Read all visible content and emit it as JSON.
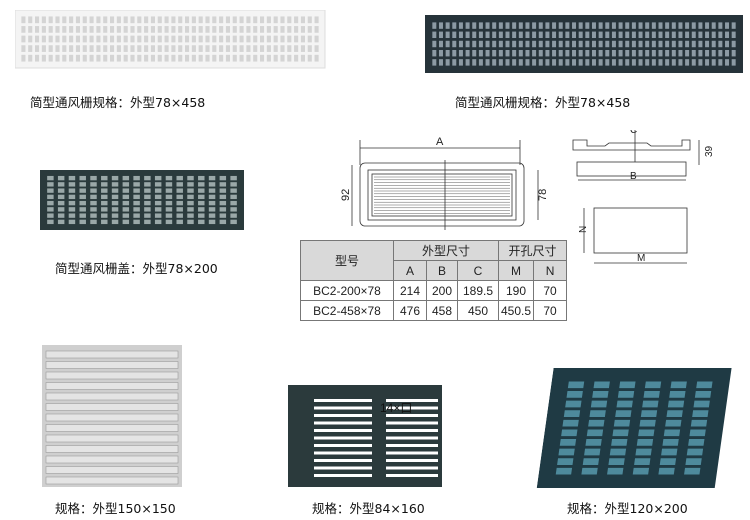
{
  "products": [
    {
      "caption": "简型通风栅规格：外型78×458",
      "color": "#f2f2f2"
    },
    {
      "caption": "简型通风栅规格：外型78×458",
      "color": "#26333a"
    },
    {
      "caption": "简型通风栅盖：外型78×200",
      "color": "#2a3a3c"
    },
    {
      "caption": "规格：外型150×150",
      "color": "#bdbdbd"
    },
    {
      "caption": "规格：外型84×160",
      "color": "#2b3a3c",
      "label": "14×口"
    },
    {
      "caption": "规格：外型120×200",
      "color": "#22404a"
    }
  ],
  "drawing": {
    "A": "A",
    "B": "B",
    "C": "C",
    "M": "M",
    "N": "N",
    "d92": "92",
    "d78": "78",
    "d39": "39"
  },
  "table": {
    "model_header": "型号",
    "outer_header": "外型尺寸",
    "hole_header": "开孔尺寸",
    "sub_headers": [
      "A",
      "B",
      "C",
      "M",
      "N"
    ],
    "rows": [
      [
        "BC2-200×78",
        "214",
        "200",
        "189.5",
        "190",
        "70"
      ],
      [
        "BC2-458×78",
        "476",
        "458",
        "450",
        "450.5",
        "70"
      ]
    ]
  }
}
